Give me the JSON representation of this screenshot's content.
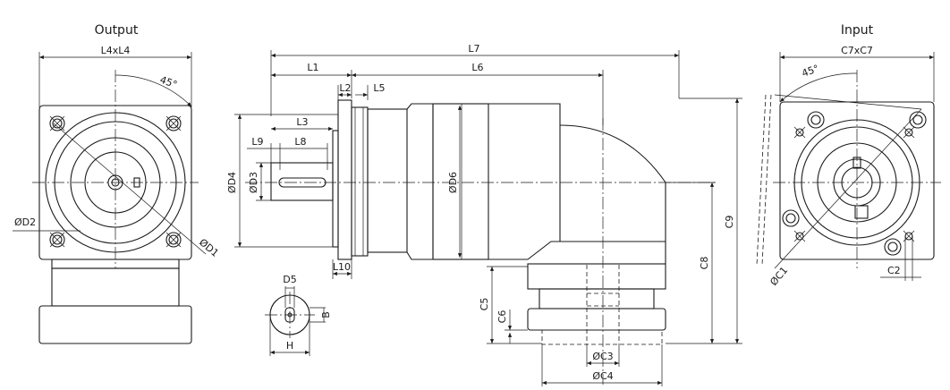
{
  "titles": {
    "output": "Output",
    "input": "Input"
  },
  "labels": {
    "l4xl4": "L4xL4",
    "angle_out": "45°",
    "d2": "ØD2",
    "d1": "ØD1",
    "l7": "L7",
    "l1": "L1",
    "l6": "L6",
    "l2": "L2",
    "l5": "L5",
    "l3": "L3",
    "l9": "L9",
    "l8": "L8",
    "d4": "ØD4",
    "d3": "ØD3",
    "d6": "ØD6",
    "l10": "L10",
    "c9": "C9",
    "c8": "C8",
    "c5": "C5",
    "c6": "C6",
    "c3": "ØC3",
    "c4": "ØC4",
    "d5": "D5",
    "b": "B",
    "h": "H",
    "c7xc7": "C7xC7",
    "angle_in": "45°",
    "c1": "ØC1",
    "c2": "C2"
  }
}
